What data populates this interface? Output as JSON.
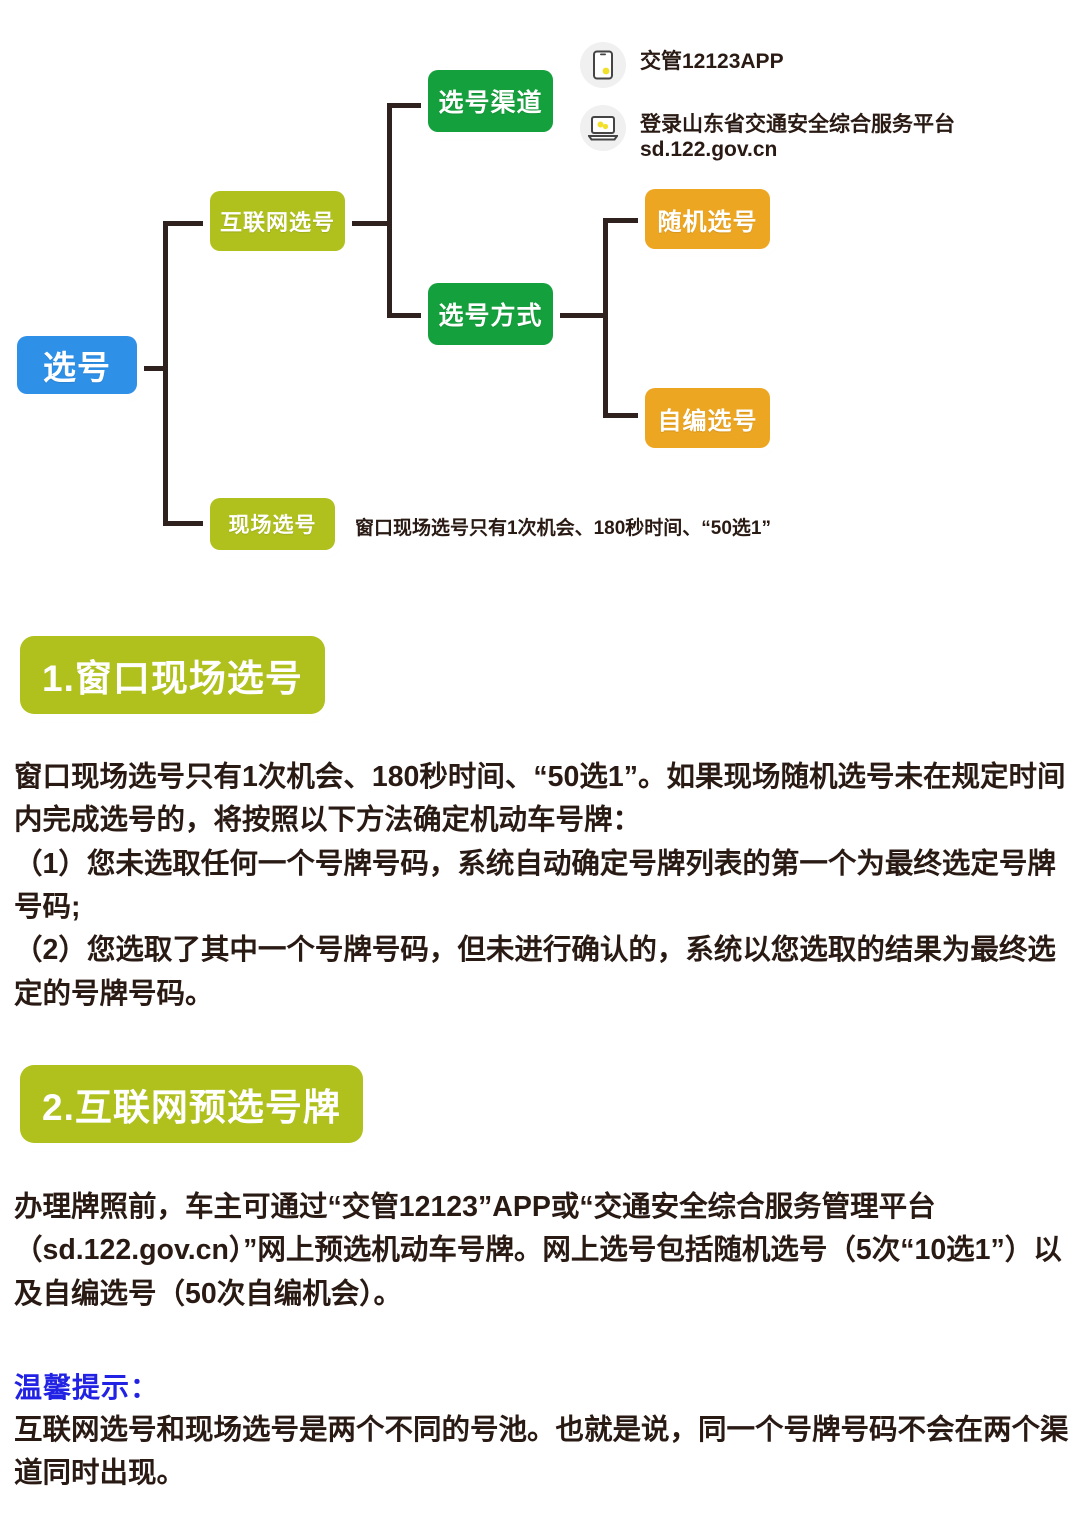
{
  "flowchart": {
    "root": {
      "label": "选号"
    },
    "branches": [
      {
        "label": "互联网选号"
      },
      {
        "label": "现场选号"
      }
    ],
    "internet_children": [
      {
        "label": "选号渠道"
      },
      {
        "label": "选号方式"
      }
    ],
    "method_children": [
      {
        "label": "随机选号"
      },
      {
        "label": "自编选号"
      }
    ],
    "channels": [
      {
        "icon": "phone-icon",
        "label": "交管12123APP",
        "sub": ""
      },
      {
        "icon": "laptop-icon",
        "label": "登录山东省交通安全综合服务平台",
        "sub": "sd.122.gov.cn"
      }
    ],
    "onsite_note": "窗口现场选号只有1次机会、180秒时间、“50选1”"
  },
  "sections": [
    {
      "heading": "1.窗口现场选号",
      "paragraphs": [
        "窗口现场选号只有1次机会、180秒时间、“50选1”。如果现场随机选号未在规定时间内完成选号的，将按照以下方法确定机动车号牌：",
        "（1）您未选取任何一个号牌号码，系统自动确定号牌列表的第一个为最终选定号牌号码;",
        "（2）您选取了其中一个号牌号码，但未进行确认的，系统以您选取的结果为最终选定的号牌号码。"
      ]
    },
    {
      "heading": "2.互联网预选号牌",
      "paragraphs": [
        "办理牌照前，车主可通过“交管12123”APP或“交通安全综合服务管理平台（sd.122.gov.cn）”网上预选机动车号牌。网上选号包括随机选号（5次“10选1”）以及自编选号（50次自编机会）。"
      ]
    }
  ],
  "tip": {
    "heading": "温馨提示：",
    "body": "互联网选号和现场选号是两个不同的号池。也就是说，同一个号牌号码不会在两个渠道同时出现。"
  },
  "colors": {
    "blue": "#2f90e8",
    "green": "#14a03c",
    "olive": "#b0c01c",
    "orange": "#eda621",
    "line": "#2e211e",
    "text": "#2a1a14",
    "tip": "#2222e4"
  }
}
